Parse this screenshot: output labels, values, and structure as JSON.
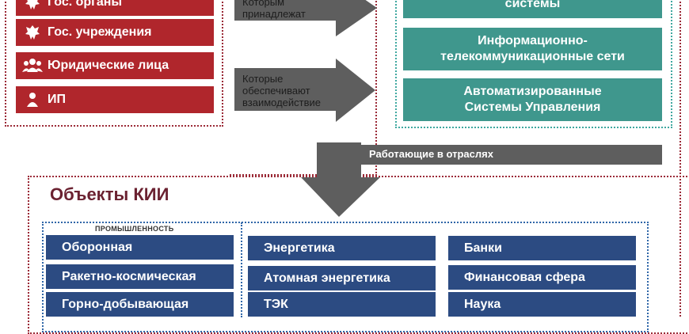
{
  "subjects": [
    {
      "label": "Гос. органы",
      "icon": "emblem-icon"
    },
    {
      "label": "Гос. учреждения",
      "icon": "emblem-icon"
    },
    {
      "label": "Юридические лица",
      "icon": "people-group-icon"
    },
    {
      "label": "ИП",
      "icon": "person-icon"
    }
  ],
  "arrows": {
    "owned_by": "Которым\nпринадлежат",
    "interaction": "Которые\nобеспечивают\nвзаимодействие",
    "sectors": "Работающие в отраслях"
  },
  "systems": [
    "системы",
    "Информационно-\nтелекоммуникационные сети",
    "Автоматизированные\nСистемы Управления"
  ],
  "kii": {
    "title": "Объекты КИИ",
    "industry_label": "ПРОМЫШЛЕННОСТЬ",
    "column1": [
      "Оборонная",
      "Ракетно-космическая",
      "Горно-добывающая"
    ],
    "column2": [
      "Энергетика",
      "Атомная энергетика",
      "ТЭК"
    ],
    "column3": [
      "Банки",
      "Финансовая сфера",
      "Наука"
    ]
  },
  "colors": {
    "red": "#b0262c",
    "teal": "#3f978d",
    "blue": "#2c4b82",
    "arrow_gray": "#5e5e5e",
    "maroon_frame": "#9b2a37"
  }
}
